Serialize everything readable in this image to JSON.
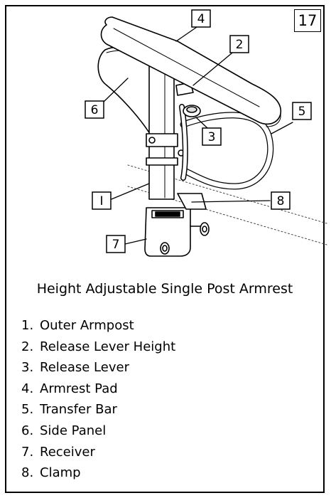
{
  "figure": {
    "number": "17",
    "caption": "Height Adjustable Single Post Armrest"
  },
  "callouts": [
    "4",
    "2",
    "6",
    "3",
    "5",
    "I",
    "8",
    "7"
  ],
  "parts": [
    {
      "num": "1.",
      "label": "Outer Armpost"
    },
    {
      "num": "2.",
      "label": "Release Lever Height"
    },
    {
      "num": "3.",
      "label": "Release Lever"
    },
    {
      "num": "4.",
      "label": "Armrest Pad"
    },
    {
      "num": "5.",
      "label": "Transfer Bar"
    },
    {
      "num": "6.",
      "label": "Side Panel"
    },
    {
      "num": "7.",
      "label": "Receiver"
    },
    {
      "num": "8.",
      "label": "Clamp"
    }
  ]
}
